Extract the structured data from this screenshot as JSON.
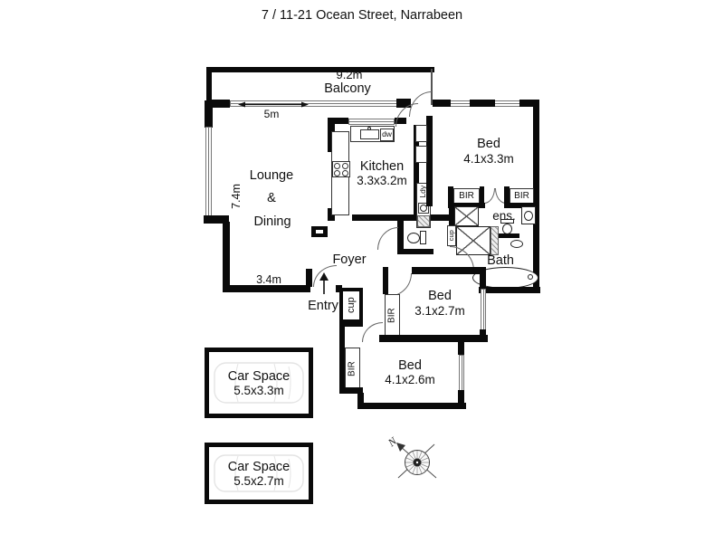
{
  "title": "7 / 11-21 Ocean Street, Narrabeen",
  "labels": {
    "bir": "BIR"
  },
  "balcony": {
    "name": "Balcony",
    "dim": "9.2m",
    "window_dim": "5m"
  },
  "lounge_dining": {
    "line1": "Lounge",
    "line2": "&",
    "line3": "Dining",
    "side_dim": "7.4m",
    "bottom_dim": "3.4m"
  },
  "kitchen": {
    "name": "Kitchen",
    "dim": "3.3x3.2m",
    "dishwasher": "dw",
    "laundry": "Ldy"
  },
  "bed_master": {
    "name": "Bed",
    "dim": "4.1x3.3m"
  },
  "ensuite": {
    "name": "ens."
  },
  "bath": {
    "name": "Bath",
    "cupboard": "cup"
  },
  "foyer": {
    "name": "Foyer"
  },
  "entry": {
    "name": "Entry",
    "cupboard": "cup"
  },
  "bed_mid": {
    "name": "Bed",
    "dim": "3.1x2.7m"
  },
  "bed_lower": {
    "name": "Bed",
    "dim": "4.1x2.6m"
  },
  "car_space_upper": {
    "name": "Car Space",
    "dim": "5.5x3.3m"
  },
  "car_space_lower": {
    "name": "Car Space",
    "dim": "5.5x2.7m"
  },
  "compass": {
    "north": "N"
  }
}
